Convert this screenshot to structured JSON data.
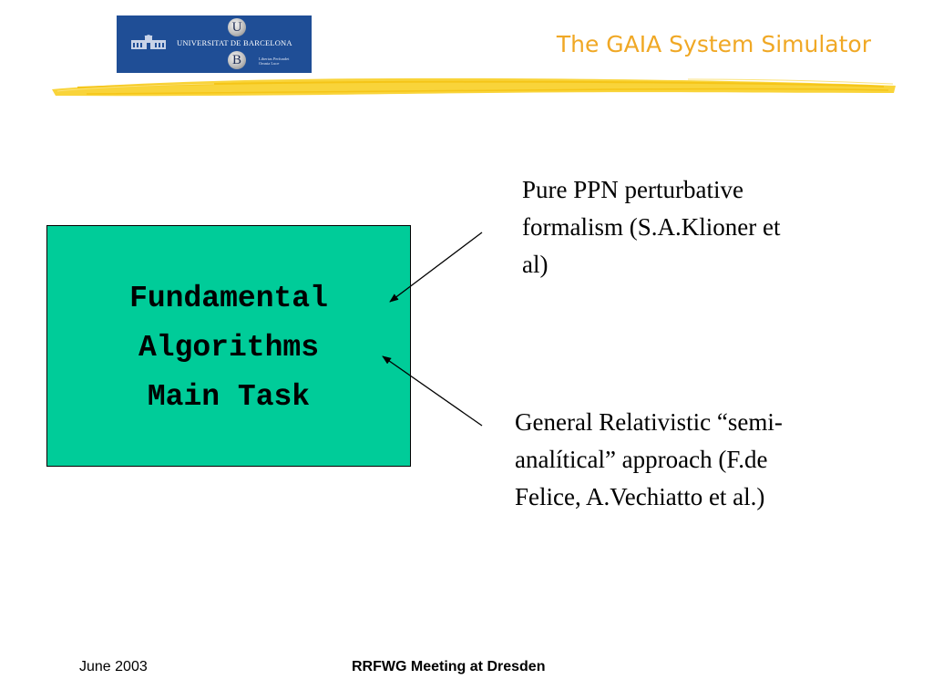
{
  "header": {
    "title": "The GAIA System Simulator",
    "title_color": "#f0a825",
    "accent_swoosh_color": "#f9d43a"
  },
  "logo": {
    "u_letter": "U",
    "b_letter": "B",
    "university_name": "UNIVERSITAT DE BARCELONA",
    "tagline_lines": [
      "Libertas Perfundet",
      "Omnia Luce"
    ],
    "background_color": "#1f4e96"
  },
  "main_box": {
    "lines": [
      "Fundamental",
      "Algorithms",
      "Main Task"
    ],
    "background_color": "#00cc99"
  },
  "notes": {
    "top": {
      "lines": [
        "Pure PPN perturbative",
        "formalism (S.A.Klioner et",
        "al)"
      ]
    },
    "bottom": {
      "lines": [
        "General Relativistic “semi-",
        "analítical” approach (F.de",
        "Felice, A.Vechiatto et al.)"
      ]
    }
  },
  "footer": {
    "date": "June 2003",
    "center": "RRFWG Meeting at Dresden"
  }
}
